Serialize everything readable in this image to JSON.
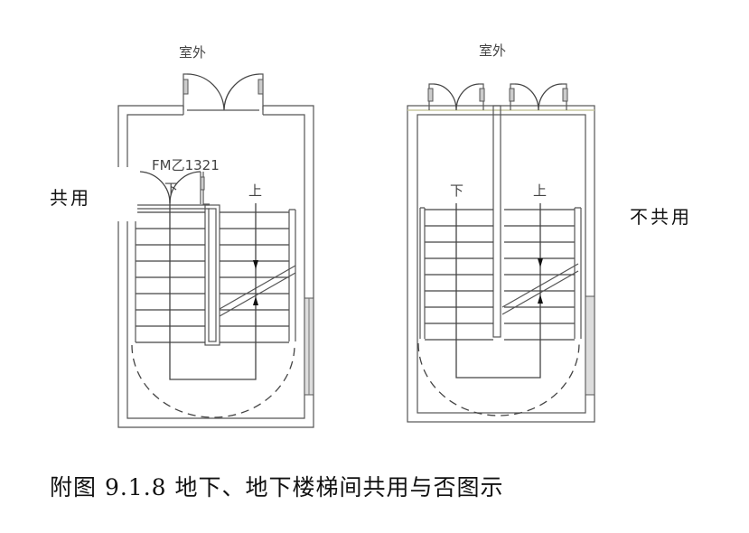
{
  "left_plan": {
    "outside_label": "室外",
    "door_code": "FM乙1321",
    "down_label": "下",
    "up_label": "上",
    "side_label": "共用"
  },
  "right_plan": {
    "outside_label": "室外",
    "down_label": "下",
    "up_label": "上",
    "side_label": "不共用"
  },
  "caption": "附图 9.1.8 地下、地下楼梯间共用与否图示"
}
